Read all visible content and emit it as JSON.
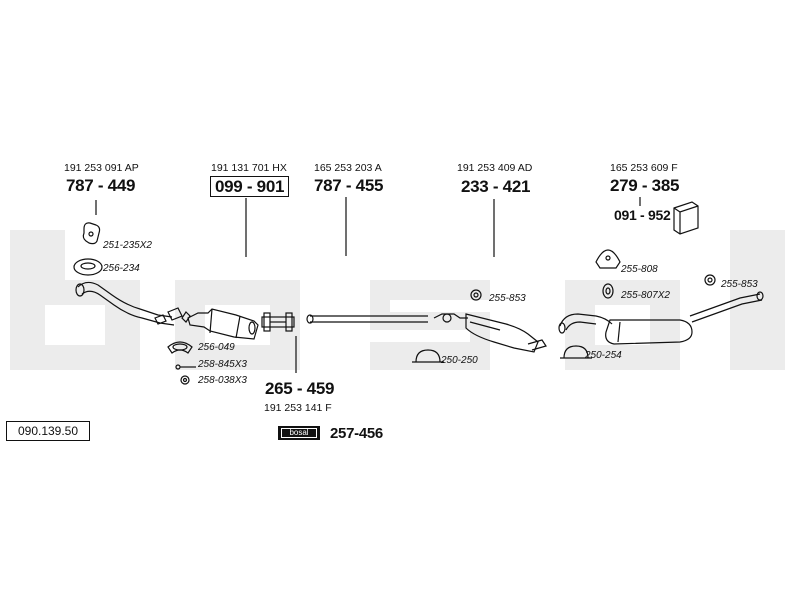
{
  "catalog_number": "090.139.50",
  "watermark_text": "bosal",
  "colors": {
    "line": "#111111",
    "watermark": "#ececec",
    "background": "#ffffff"
  },
  "components": [
    {
      "oem": "191 253 091 AP",
      "part": "787 - 449",
      "boxed": false
    },
    {
      "oem": "191 131 701 HX",
      "part": "099 - 901",
      "boxed": true
    },
    {
      "oem": "165 253 203 A",
      "part": "787 - 455",
      "boxed": false
    },
    {
      "oem": "191 253 409 AD",
      "part": "233 - 421",
      "boxed": false
    },
    {
      "oem": "165 253 609 F",
      "part": "279 - 385",
      "boxed": false
    },
    {
      "oem": "191 253 141 F",
      "part": "265 - 459",
      "boxed": false
    }
  ],
  "extra_part": "091 - 952",
  "small_parts": [
    "251-235X2",
    "256-234",
    "256-049",
    "258-845X3",
    "258-038X3",
    "255-853",
    "250-250",
    "250-254",
    "255-808",
    "255-807X2",
    "255-853"
  ],
  "paste": {
    "tag_label": "bosal",
    "part": "257-456"
  }
}
